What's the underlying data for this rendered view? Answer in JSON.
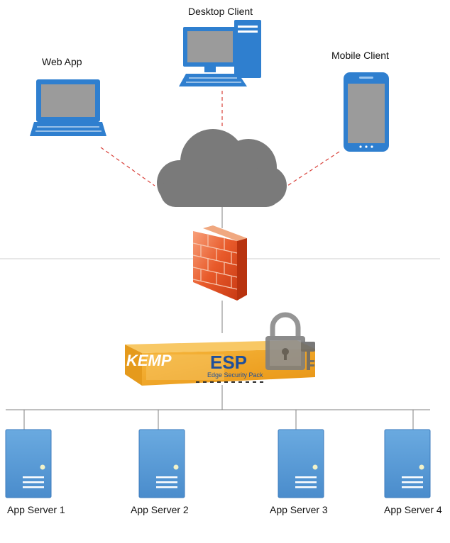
{
  "clients": {
    "desktop": {
      "label": "Desktop Client",
      "icon": "desktop-computer-icon"
    },
    "web": {
      "label": "Web App",
      "icon": "laptop-icon"
    },
    "mobile": {
      "label": "Mobile Client",
      "icon": "smartphone-icon"
    }
  },
  "network": {
    "icon": "cloud-icon"
  },
  "firewall": {
    "icon": "firewall-icon"
  },
  "esp": {
    "brand": "KEMP",
    "title": "ESP",
    "subtitle": "Edge Security Pack",
    "lock_icon": "padlock-icon"
  },
  "servers": [
    {
      "label": "App Server 1",
      "icon": "server-icon"
    },
    {
      "label": "App Server 2",
      "icon": "server-icon"
    },
    {
      "label": "App Server 3",
      "icon": "server-icon"
    },
    {
      "label": "App Server 4",
      "icon": "server-icon"
    }
  ],
  "colors": {
    "device_blue": "#2f7fcf",
    "screen_gray": "#9b9b9b",
    "cloud_gray": "#7a7a7a",
    "dash_red": "#d9413a",
    "firewall_orange": "#e8622c",
    "appliance_orange": "#f3a623",
    "server_blue": "#5b9bd5"
  }
}
